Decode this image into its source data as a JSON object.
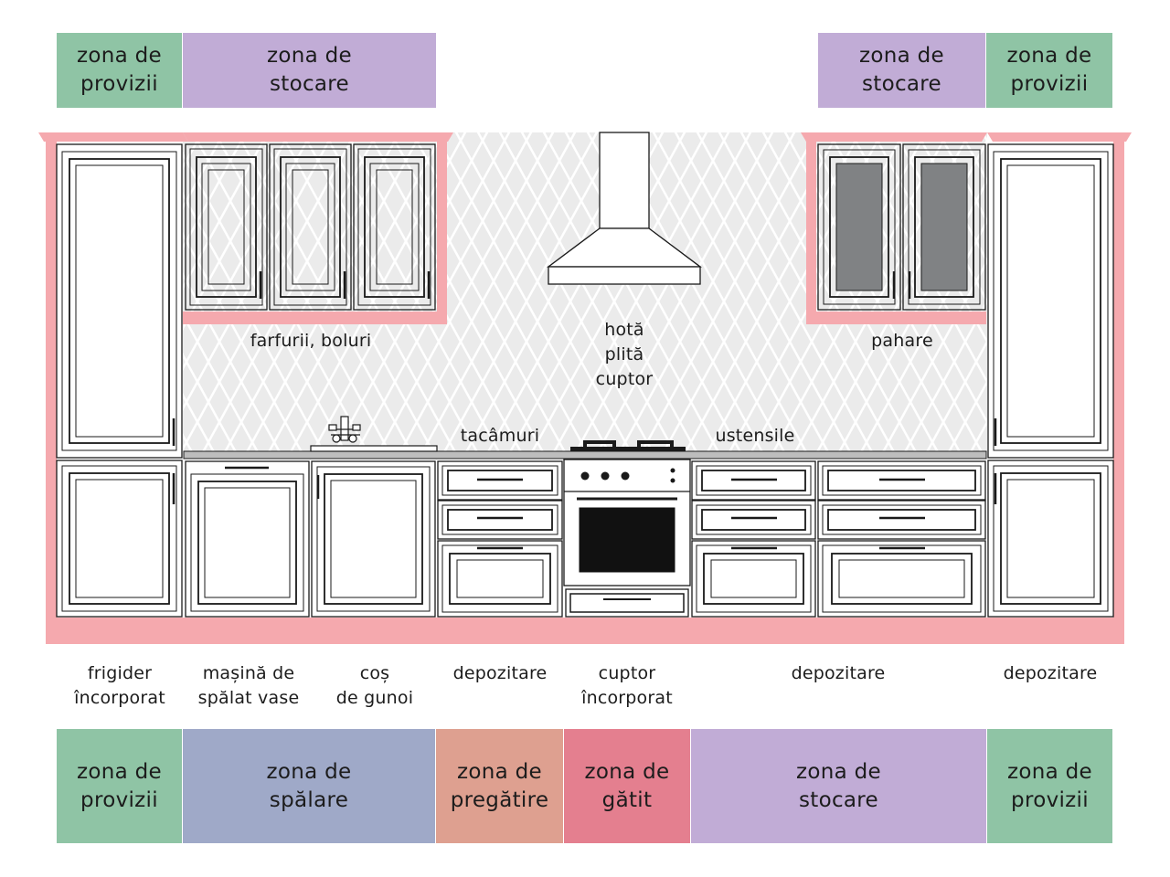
{
  "top_zones": {
    "provisions_left": "zona de\nprovizii",
    "storage_left": "zona de\nstocare",
    "storage_right": "zona de\nstocare",
    "provisions_right": "zona de\nprovizii"
  },
  "labels": {
    "plates_bowls": "farfurii, boluri",
    "hood_hob_oven": "hotă\nplită\ncuptor",
    "glasses": "pahare",
    "cutlery": "tacâmuri",
    "utensils": "ustensile"
  },
  "appliance_labels": {
    "fridge": "frigider\nîncorporat",
    "dishwasher": "mașină de\nspălat vase",
    "trash": "coș\nde gunoi",
    "storage_1": "depozitare",
    "oven": "cuptor\nîncorporat",
    "storage_2": "depozitare",
    "storage_3": "depozitare"
  },
  "bottom_zones": {
    "provisions_left": "zona de\nprovizii",
    "washing": "zona de\nspălare",
    "preparation": "zona de\npregătire",
    "cooking": "zona de\ngătit",
    "storage": "zona de\nstocare",
    "provisions_right": "zona de\nprovizii"
  },
  "colors": {
    "provisions": "#8fc4a5",
    "storage": "#c1acd6",
    "washing": "#9fa9c8",
    "preparation": "#dea090",
    "cooking": "#e47f8f",
    "cabinet_frame": "#f5a9ae",
    "glass": "#808284",
    "backsplash": "#ebebeb"
  }
}
